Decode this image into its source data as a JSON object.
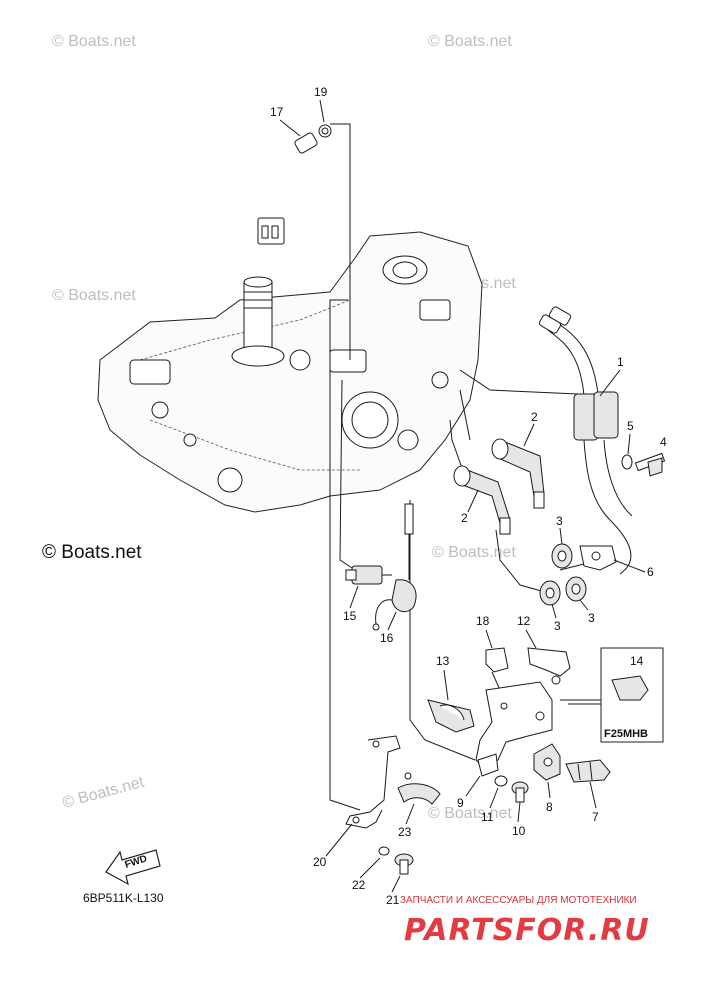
{
  "watermarks": [
    "© Boats.net",
    "© Boats.net",
    "© Boats.net",
    "© Boats.net",
    "© Boats.net",
    "© Boats.net",
    "© Boats.net",
    "© Boats.net"
  ],
  "callouts": [
    "1",
    "2",
    "2",
    "3",
    "3",
    "3",
    "4",
    "5",
    "6",
    "7",
    "8",
    "9",
    "10",
    "11",
    "12",
    "13",
    "14",
    "15",
    "16",
    "17",
    "18",
    "19",
    "20",
    "21",
    "22",
    "23"
  ],
  "inset_label": "F25MHB",
  "fwd_label": "FWD",
  "diagram_code": "6BP511K-L130",
  "promo": {
    "tagline": "ЗАПЧАСТИ И АКСЕССУАРЫ ДЛЯ МОТОТЕХНИКИ",
    "logo": "PARTSFOR.RU",
    "color": "#e23b42"
  }
}
